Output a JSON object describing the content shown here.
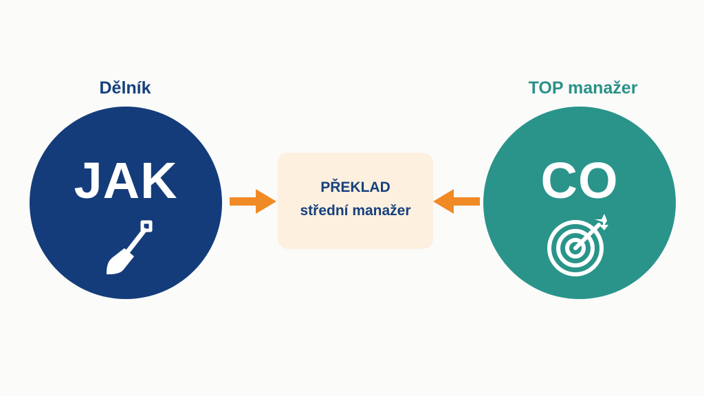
{
  "left": {
    "caption": "Dělník",
    "word": "JAK",
    "icon": "shovel-icon",
    "color": "#143c7a"
  },
  "right": {
    "caption": "TOP manažer",
    "word": "CO",
    "icon": "target-icon",
    "color": "#2a948a"
  },
  "center": {
    "title": "PŘEKLAD",
    "subtitle": "střední manažer",
    "background": "#fdf0df",
    "text_color": "#16407c"
  },
  "arrows": {
    "color": "#f08a24",
    "icon": "arrow-icon"
  }
}
